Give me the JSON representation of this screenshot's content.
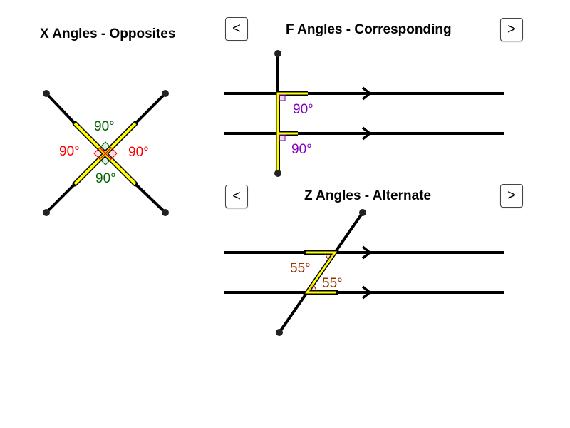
{
  "colors": {
    "line": "#000000",
    "highlight": "#ffff00",
    "x_red": "#ff0000",
    "x_green": "#006400",
    "f_purple": "#8000c0",
    "z_brown": "#993300"
  },
  "x_angles": {
    "title": "X Angles - Opposites",
    "angle_top": "90°",
    "angle_left": "90°",
    "angle_right": "90°",
    "angle_bottom": "90°"
  },
  "f_angles": {
    "title": "F Angles - Corresponding",
    "prev_label": "<",
    "next_label": ">",
    "angle_upper": "90°",
    "angle_lower": "90°"
  },
  "z_angles": {
    "title": "Z Angles - Alternate",
    "prev_label": "<",
    "next_label": ">",
    "angle_upper": "55°",
    "angle_lower": "55°"
  }
}
